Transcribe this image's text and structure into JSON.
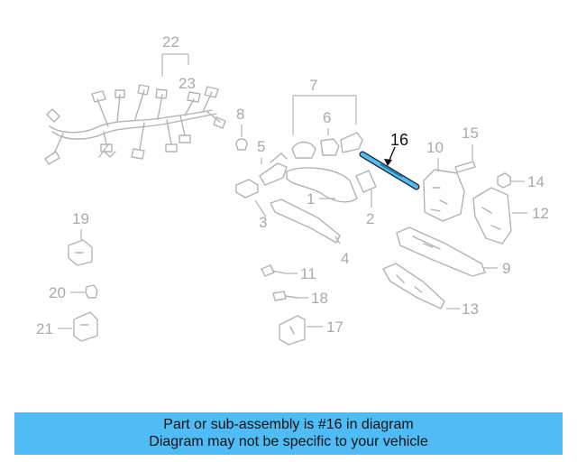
{
  "callouts": {
    "c1": "1",
    "c2": "2",
    "c3": "3",
    "c4": "4",
    "c5": "5",
    "c6": "6",
    "c7": "7",
    "c8": "8",
    "c9": "9",
    "c10": "10",
    "c11": "11",
    "c12": "12",
    "c13": "13",
    "c14": "14",
    "c15": "15",
    "c16": "16",
    "c17": "17",
    "c18": "18",
    "c19": "19",
    "c20": "20",
    "c21": "21",
    "c22": "22",
    "c23": "23"
  },
  "highlighted_part": "16",
  "colors": {
    "highlight": "#4fbcf5",
    "outline": "#b3b3b3",
    "label": "#a9a9a9"
  },
  "banner": {
    "line1": "Part or sub-assembly is #16 in diagram",
    "line2": "Diagram may not be specific to your vehicle"
  }
}
